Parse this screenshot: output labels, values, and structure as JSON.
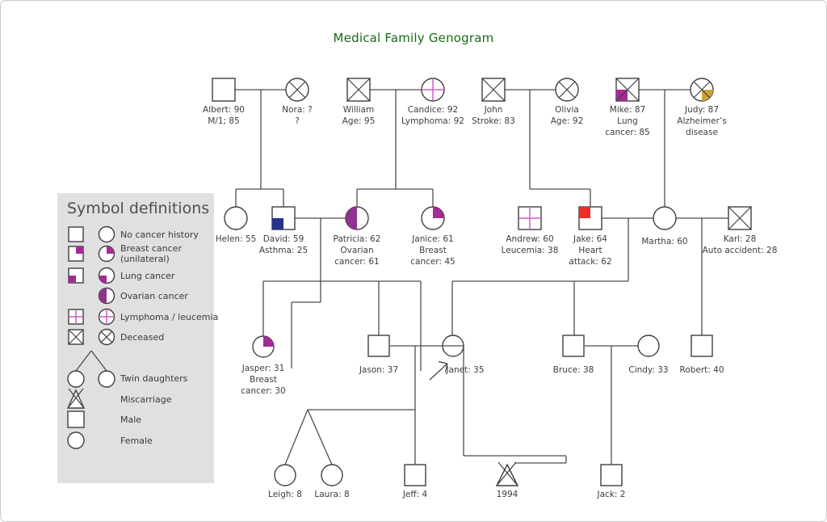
{
  "title": "Medical Family Genogram",
  "colors": {
    "title_green": "#176b17",
    "connector_gray": "#4d4d4d",
    "magenta": "#a32c94",
    "ovarian_purple": "#90338f",
    "lymphoma_pink": "#cc5fc4",
    "asthma_blue": "#26348b",
    "heart_red": "#ef2b24",
    "alzheimer_gold": "#cda236",
    "legend_bg": "#e0e0e0"
  },
  "legend": {
    "title": "Symbol definitions",
    "items": [
      {
        "label": "No cancer history"
      },
      {
        "label": "Breast cancer\n(unilateral)"
      },
      {
        "label": "Lung cancer"
      },
      {
        "label": "Ovarian cancer"
      },
      {
        "label": "Lymphoma / leucemia"
      },
      {
        "label": "Deceased"
      },
      {
        "label": "Twin daughters"
      },
      {
        "label": "Miscarriage"
      },
      {
        "label": "Male"
      },
      {
        "label": "Female"
      }
    ]
  },
  "people": {
    "albert": {
      "label": "Albert: 90\nM/1; 85"
    },
    "nora": {
      "label": "Nora: ?\n?"
    },
    "william": {
      "label": "William\nAge: 95"
    },
    "candice": {
      "label": "Candice: 92\nLymphoma: 92"
    },
    "john": {
      "label": "John\nStroke: 83"
    },
    "olivia": {
      "label": "Olivia\nAge: 92"
    },
    "mike": {
      "label": "Mike: 87\nLung\ncancer: 85"
    },
    "judy": {
      "label": "Judy: 87\nAlzheimer’s\ndisease"
    },
    "helen": {
      "label": "Helen: 55"
    },
    "david": {
      "label": "David: 59\nAsthma: 25"
    },
    "patricia": {
      "label": "Patricia: 62\nOvarian\ncancer: 61"
    },
    "janice": {
      "label": "Janice: 61\nBreast\ncancer: 45"
    },
    "andrew": {
      "label": "Andrew: 60\nLeucemia: 38"
    },
    "jake": {
      "label": "Jake: 64\nHeart\nattack: 62"
    },
    "martha": {
      "label": "Martha: 60"
    },
    "karl": {
      "label": "Karl: 28\nAuto accident: 28"
    },
    "jasper": {
      "label": "Jasper: 31\nBreast\ncancer: 30"
    },
    "jason": {
      "label": "Jason: 37"
    },
    "janet": {
      "label": "Janet: 35"
    },
    "bruce": {
      "label": "Bruce: 38"
    },
    "cindy": {
      "label": "Cindy: 33"
    },
    "robert": {
      "label": "Robert: 40"
    },
    "leigh": {
      "label": "Leigh: 8"
    },
    "laura": {
      "label": "Laura: 8"
    },
    "jeff": {
      "label": "Jeff: 4"
    },
    "miscarriage": {
      "label": "1994"
    },
    "jack": {
      "label": "Jack: 2"
    }
  }
}
